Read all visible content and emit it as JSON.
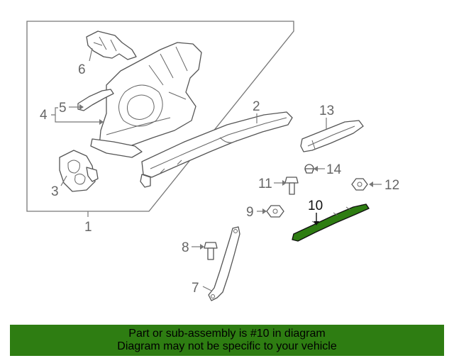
{
  "callouts": {
    "c1": "1",
    "c2": "2",
    "c3": "3",
    "c4": "4",
    "c5": "5",
    "c6": "6",
    "c7": "7",
    "c8": "8",
    "c9": "9",
    "c10": "10",
    "c11": "11",
    "c12": "12",
    "c13": "13",
    "c14": "14"
  },
  "highlight": {
    "part_number": "10",
    "color": "#2e7d12"
  },
  "footer": {
    "line1": "Part or sub-assembly is #10 in diagram",
    "line2": "Diagram may not be specific to your vehicle",
    "background": "#2e7d12"
  }
}
